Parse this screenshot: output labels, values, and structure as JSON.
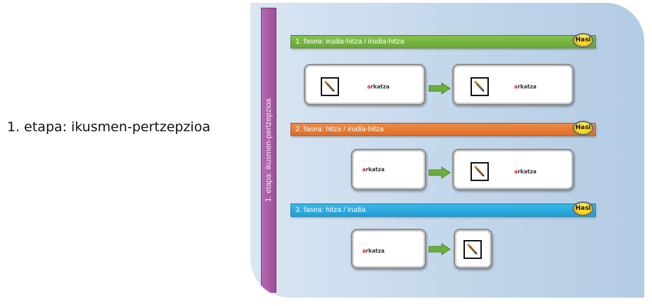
{
  "stage_label": "1.  etapa: ikusmen-pertzepzioa",
  "vertical_bar_label": "1. etapa: ikusmen-pertzepzioa",
  "phases": [
    {
      "label": "1. fasea: irudia-hitza / irudia-hitza",
      "button": "Hasi",
      "color": "#78b640"
    },
    {
      "label": "2. fasea: hitza / irudia-hitza",
      "button": "Hasi",
      "color": "#e77c35"
    },
    {
      "label": "3. fasea: hitza / irudia",
      "button": "Hasi",
      "color": "#2eaade"
    }
  ],
  "word": {
    "first_letter": "a",
    "rest": "rkatza"
  },
  "icons": {
    "picture": "pencil-icon",
    "arrow": "right-arrow-icon"
  }
}
